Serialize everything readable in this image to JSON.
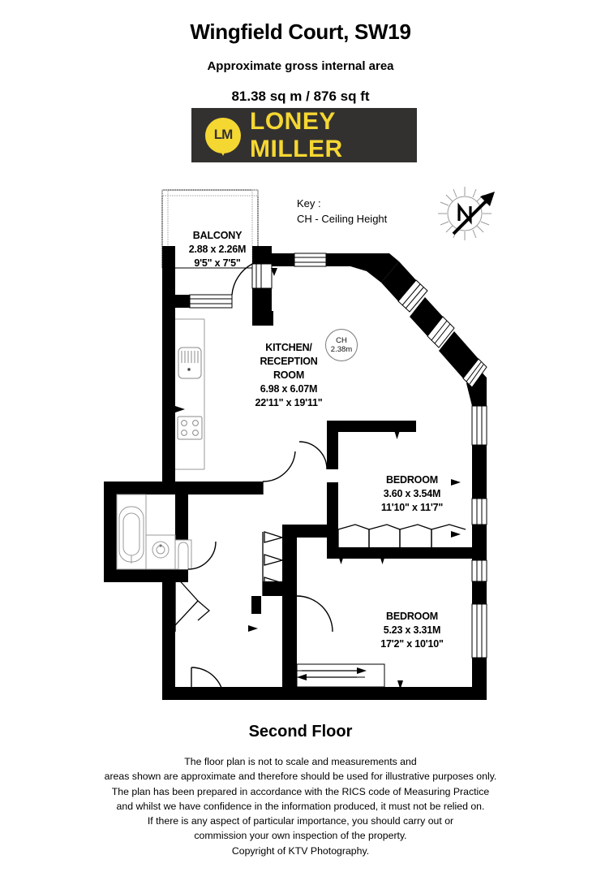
{
  "header": {
    "title": "Wingfield Court, SW19",
    "subtitle": "Approximate gross internal area",
    "area": "81.38 sq m / 876 sq ft"
  },
  "logo": {
    "pin_text": "LM",
    "word": "LONEY MILLER",
    "band_color": "#333130",
    "accent_color": "#F5D732"
  },
  "key": {
    "heading": "Key :",
    "line": "CH - Ceiling Height"
  },
  "compass": {
    "label": "N"
  },
  "ceiling_height": {
    "code": "CH",
    "value": "2.38m"
  },
  "rooms": [
    {
      "id": "balcony",
      "name": "BALCONY",
      "metric": "2.88 x 2.26M",
      "imperial": "9'5\" x 7'5\""
    },
    {
      "id": "kitchen",
      "name": "KITCHEN/ RECEPTION ROOM",
      "name_line1": "KITCHEN/",
      "name_line2": "RECEPTION",
      "name_line3": "ROOM",
      "metric": "6.98 x 6.07M",
      "imperial": "22'11\" x 19'11\""
    },
    {
      "id": "bedroom-1",
      "name": "BEDROOM",
      "metric": "3.60 x 3.54M",
      "imperial": "11'10\" x 11'7\""
    },
    {
      "id": "bedroom-2",
      "name": "BEDROOM",
      "metric": "5.23 x 3.31M",
      "imperial": "17'2\" x 10'10\""
    }
  ],
  "footer": {
    "floor_name": "Second Floor",
    "disclaimer_lines": [
      "The floor plan is not to scale and measurements and",
      "areas shown are approximate and therefore should be used for illustrative purposes only.",
      "The plan has been prepared in accordance with the RICS code of Measuring Practice",
      "and whilst we have confidence in the information produced, it must not be relied on.",
      "If there is any aspect of particular importance, you should carry out or",
      "commission your own inspection of the property.",
      "Copyright of KTV Photography."
    ]
  }
}
